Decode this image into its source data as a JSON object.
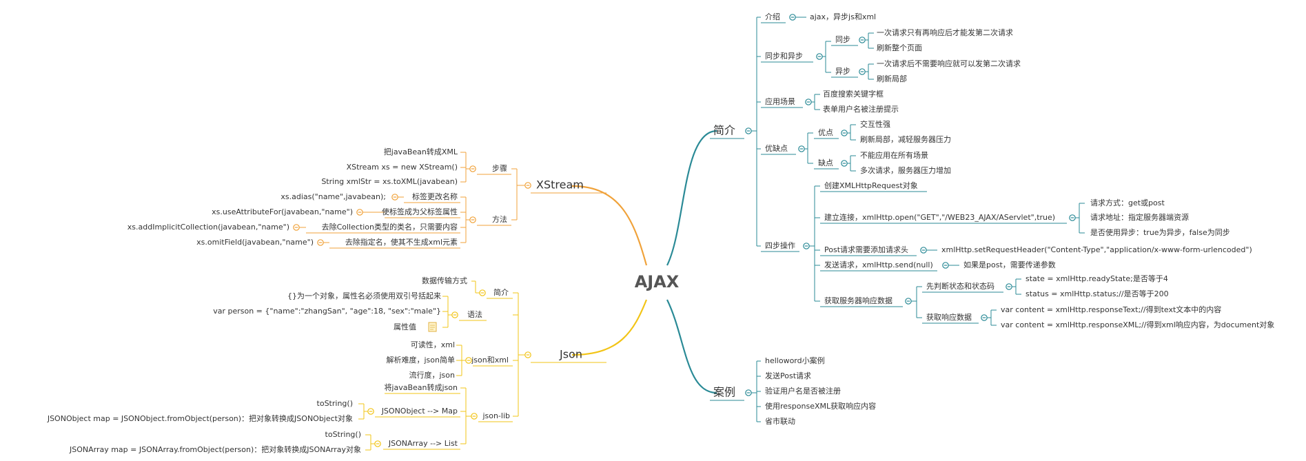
{
  "root": "AJAX",
  "colors": {
    "teal": "#2a8a96",
    "orange": "#f0a23a",
    "yellow": "#f2c416",
    "text": "#333333",
    "root": "#555555"
  },
  "branches": {
    "intro": "简介",
    "cases": "案例",
    "xstream": "XStream",
    "json": "Json"
  },
  "intro": {
    "jieshao": "介绍",
    "jieshao_value": "ajax，异步js和xml",
    "sync_async": "同步和异步",
    "sync": "同步",
    "sync_items": [
      "一次请求只有再响应后才能发第二次请求",
      "刷新整个页面"
    ],
    "async": "异步",
    "async_items": [
      "一次请求后不需要响应就可以发第二次请求",
      "刷新局部"
    ],
    "scenes": "应用场景",
    "scenes_items": [
      "百度搜索关键字框",
      "表单用户名被注册提示"
    ],
    "proscons": "优缺点",
    "pros": "优点",
    "pros_items": [
      "交互性强",
      "刷新局部，减轻服务器压力"
    ],
    "cons": "缺点",
    "cons_items": [
      "不能应用在所有场景",
      "多次请求，服务器压力增加"
    ],
    "steps": "四步操作",
    "create": "创建XMLHttpRequest对象",
    "connect": "建立连接，xmlHttp.open(\"GET\",\"/WEB23_AJAX/AServlet\",true)",
    "connect_items": [
      "请求方式：get或post",
      "请求地址：指定服务器端资源",
      "是否使用异步：true为异步，false为同步"
    ],
    "post_header": "Post请求需要添加请求头",
    "post_header_value": "xmlHttp.setRequestHeader(\"Content-Type\",\"application/x-www-form-urlencoded\")",
    "send": "发送请求，xmlHttp.send(null)",
    "send_value": "如果是post，需要传递参数",
    "response": "获取服务器响应数据",
    "check_state": "先判断状态和状态码",
    "check_items": [
      "state = xmlHttp.readyState;是否等于4",
      "status = xmlHttp.status;//是否等于200"
    ],
    "get_resp": "获取响应数据",
    "get_resp_items": [
      "var content = xmlHttp.responseText;//得到text文本中的内容",
      "var content = xmlHttp.responseXML;//得到xml响应内容，为document对象"
    ]
  },
  "cases": [
    "helloword小案例",
    "发送Post请求",
    "验证用户名是否被注册",
    "使用responseXML获取响应内容",
    "省市联动"
  ],
  "xstream": {
    "steps": "步骤",
    "steps_items": [
      "把javaBean转成XML",
      "XStream xs = new XStream()",
      "String xmlStr = xs.toXML(javabean)"
    ],
    "methods": "方法",
    "methods_items": [
      {
        "code": "xs.adias(\"name\",javabean);",
        "desc": "标签更改名称"
      },
      {
        "code": "xs.useAttributeFor(javabean,\"name\")",
        "desc": "使标签成为父标签属性"
      },
      {
        "code": "xs.addImplicitCollection(javabean,\"name\")",
        "desc": "去除Collection类型的类名，只需要内容"
      },
      {
        "code": "xs.omitField(javabean,\"name\")",
        "desc": "去除指定名，使其不生成xml元素"
      }
    ]
  },
  "json": {
    "intro": "简介",
    "intro_item": "数据传输方式",
    "syntax": "语法",
    "syntax_items": [
      "{}为一个对象，属性名必须使用双引号括起来",
      "var person = {\"name\":\"zhangSan\", \"age\":18, \"sex\":\"male\"}",
      "属性值"
    ],
    "vsxml": "json和xml",
    "vsxml_items": [
      "可读性，xml",
      "解析难度，json简单",
      "流行度，json"
    ],
    "lib": "json-lib",
    "lib_item": "将javaBean转成json",
    "obj": "JSONObject --> Map",
    "obj_items": [
      "toString()",
      "JSONObject map = JSONObject.fromObject(person)：把对象转换成JSONObject对象"
    ],
    "arr": "JSONArray --> List",
    "arr_items": [
      "toString()",
      "JSONArray map = JSONArray.fromObject(person)：把对象转换成JSONArray对象"
    ]
  }
}
